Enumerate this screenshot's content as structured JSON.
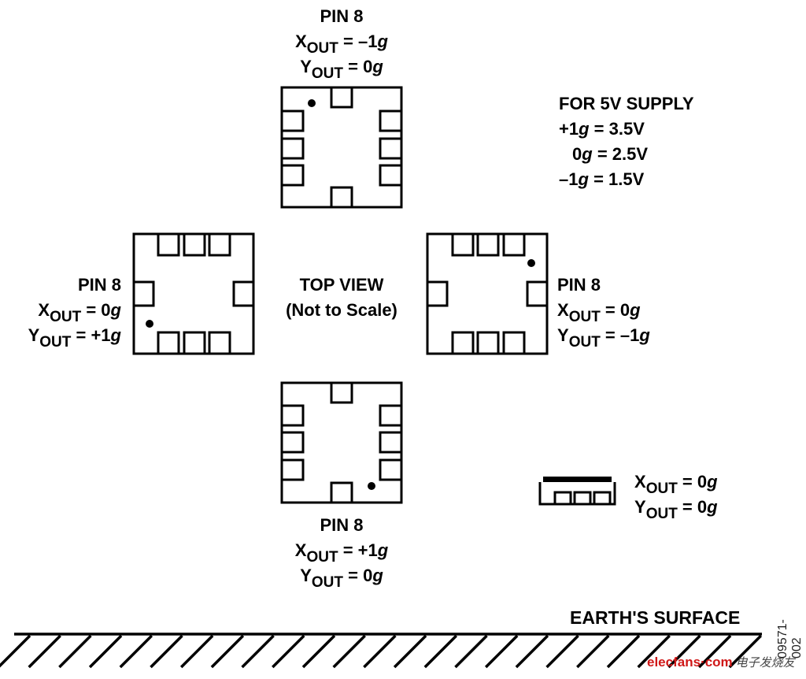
{
  "legend": {
    "title": "FOR 5V SUPPLY",
    "rows": [
      {
        "g": "+1",
        "unit": "g",
        "voltage": "= 3.5V"
      },
      {
        "g": "0",
        "unit": "g",
        "voltage": "= 2.5V"
      },
      {
        "g": "–1",
        "unit": "g",
        "voltage": "= 1.5V"
      }
    ]
  },
  "center_label": {
    "line1": "TOP VIEW",
    "line2": "(Not to Scale)"
  },
  "orientations": {
    "top": {
      "pin": "PIN 8",
      "x_axis": "X",
      "y_axis": "Y",
      "sub": "OUT",
      "x_val": "= –1",
      "y_val": "= 0",
      "unit": "g"
    },
    "left": {
      "pin": "PIN 8",
      "x_axis": "X",
      "y_axis": "Y",
      "sub": "OUT",
      "x_val": "= 0",
      "y_val": "= +1",
      "unit": "g"
    },
    "right": {
      "pin": "PIN 8",
      "x_axis": "X",
      "y_axis": "Y",
      "sub": "OUT",
      "x_val": "= 0",
      "y_val": "= –1",
      "unit": "g"
    },
    "bottom": {
      "pin": "PIN 8",
      "x_axis": "X",
      "y_axis": "Y",
      "sub": "OUT",
      "x_val": "= +1",
      "y_val": "= 0",
      "unit": "g"
    },
    "side": {
      "x_axis": "X",
      "y_axis": "Y",
      "sub": "OUT",
      "x_val": "= 0",
      "y_val": "= 0",
      "unit": "g"
    }
  },
  "ground_label": "EARTH'S SURFACE",
  "figure_number": "09571-002",
  "watermark": {
    "latin": "elecfans·com",
    "chinese": "电子发烧友"
  }
}
